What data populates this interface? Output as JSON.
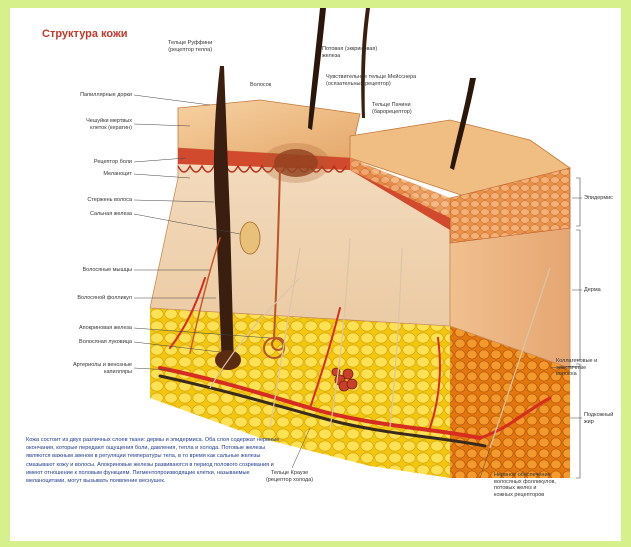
{
  "title": "Структура кожи",
  "labels": {
    "ruffini": "Тельце Руффини\n(рецептор тепла)",
    "sweat_pore": "Потовая (эккриновая)\nжелеза",
    "hair": "Волосок",
    "papillary_ridge": "Папиллярные дорки",
    "meissner": "Чувствительное тельце Мейсснера\n(осязательный рецептор)",
    "pacinian_top": "Тельце Пачини\n(барорецептор)",
    "dead_cells": "Чешуйки мертвых\nклеток (кератин)",
    "pain_receptor": "Рецептор боли",
    "melanocyte": "Меланоцит",
    "hair_shaft": "Стержень волоса",
    "sebaceous": "Сальная железа",
    "arrector": "Волосяные мышцы",
    "follicle": "Волосяной фолликул",
    "apocrine": "Апокриновая железа",
    "hair_papilla": "Волосяная луковица",
    "arterioles": "Артериолы и венозные\nкапилляры",
    "epidermis": "Эпидермис",
    "dermis": "Дерма",
    "collagen": "Коллагеновые и\nэластичные\nволокна",
    "subcutaneous": "Подкожный\nжир",
    "krause": "Тельце Краузе\n(рецептор холода)",
    "nerve_supply": "Нервное обеспечение\nволосяных фолликулов,\nпотовых желез и\nкожных рецепторов"
  },
  "description": "Кожа состоит из двух различных слоев ткани: дермы и эпидермиса. Оба слоя содержат нервные окончания, которые передают ощущения боли, давления, тепла и холода. Потовые железы являются важным звеном в регуляции температуры тела, в то время как сальные железы смазывают кожу и волосы. Апокриновые железы развиваются в период полового созревания и имеют отношение к половым функциям. Пигментопроизводящие клетки, называемые меланоцитами, могут вызывать появление веснушек.",
  "colors": {
    "background": "#d6f08c",
    "epidermis": "#e9b887",
    "dermis": "#f1d5b4",
    "fat": "#f5d21c",
    "blood_artery": "#d62d20",
    "blood_vein": "#4a3a2a",
    "title": "#c0392b"
  }
}
